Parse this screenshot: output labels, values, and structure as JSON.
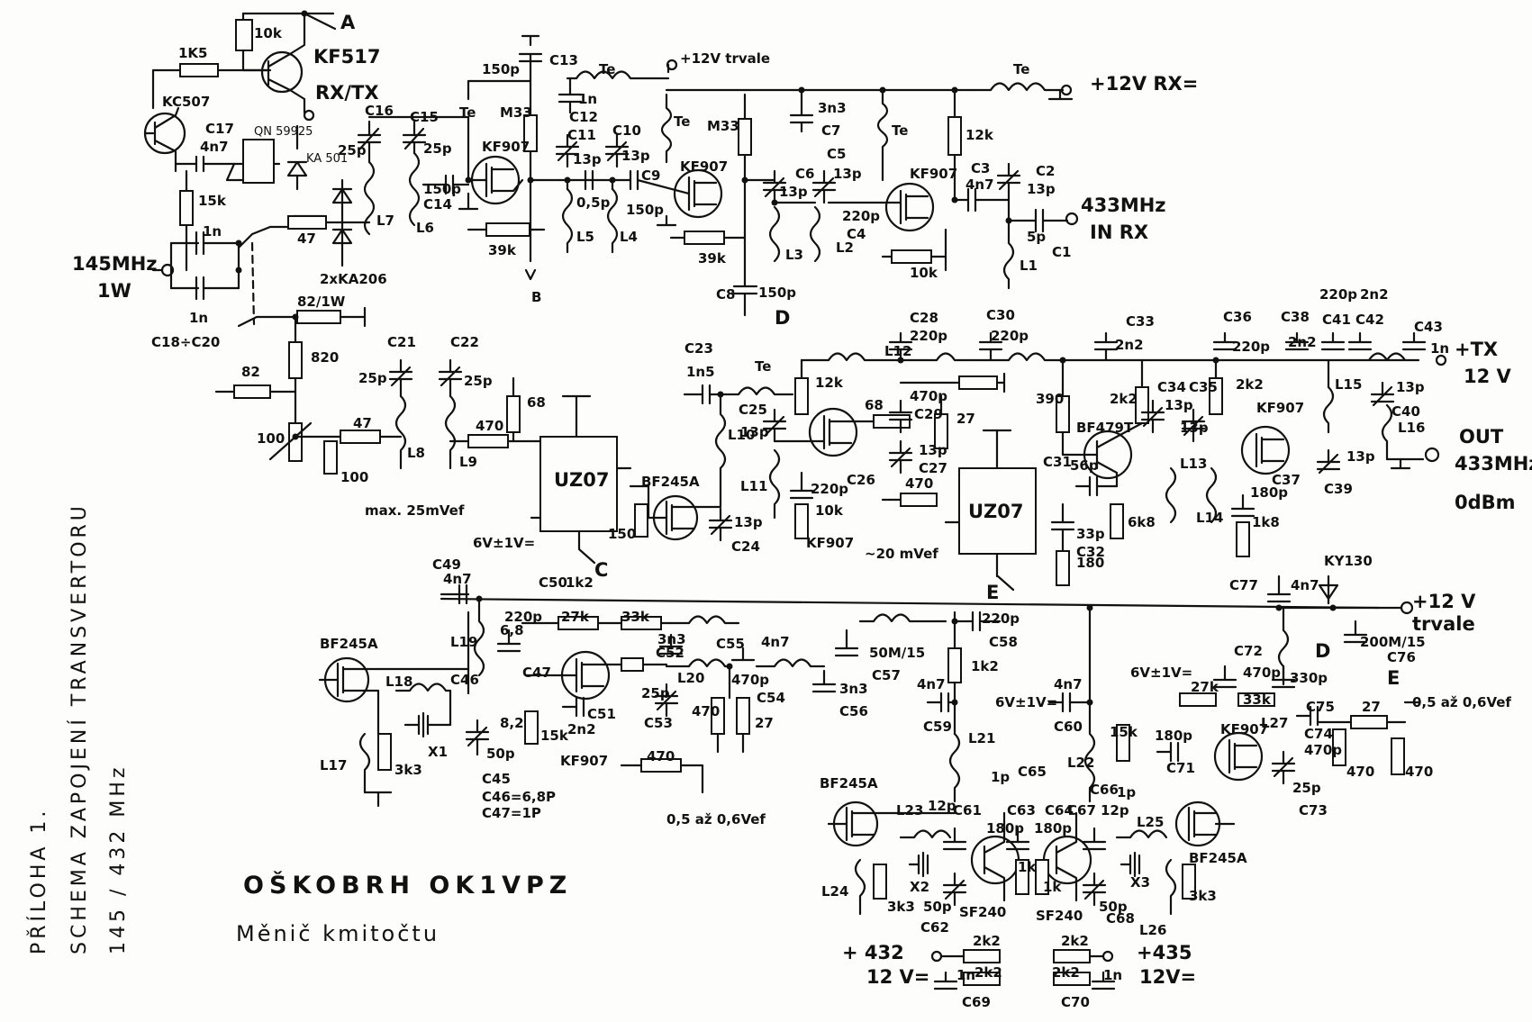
{
  "side_title": [
    "PŘÍLOHA 1.",
    "SCHEMA ZAPOJENÍ TRANSVERTORU",
    "145 / 432 MHz"
  ],
  "author": "OŠKOBRH OK1VPZ",
  "subtitle": "Měnič kmitočtu",
  "labels": [
    {
      "id": "A",
      "t": "A"
    },
    {
      "id": "10k-top",
      "t": "10k"
    },
    {
      "id": "kf517",
      "t": "KF517"
    },
    {
      "id": "1k5",
      "t": "1K5"
    },
    {
      "id": "kc507",
      "t": "KC507"
    },
    {
      "id": "rxtx",
      "t": "RX/TX"
    },
    {
      "id": "c17",
      "t": "C17"
    },
    {
      "id": "4n7-a",
      "t": "4n7"
    },
    {
      "id": "qn",
      "t": "QN 59925"
    },
    {
      "id": "ka501",
      "t": "KA 501"
    },
    {
      "id": "15k-a",
      "t": "15k"
    },
    {
      "id": "1n-a",
      "t": "1n"
    },
    {
      "id": "145mhz",
      "t": "145MHz"
    },
    {
      "id": "1w",
      "t": "1W"
    },
    {
      "id": "1n-b",
      "t": "1n"
    },
    {
      "id": "c18c20",
      "t": "C18÷C20"
    },
    {
      "id": "47-a",
      "t": "47"
    },
    {
      "id": "2xka206",
      "t": "2xKA206"
    },
    {
      "id": "c16",
      "t": "C16"
    },
    {
      "id": "c15",
      "t": "C15"
    },
    {
      "id": "25p-a",
      "t": "25p"
    },
    {
      "id": "25p-b",
      "t": "25p"
    },
    {
      "id": "l7",
      "t": "L7"
    },
    {
      "id": "l6",
      "t": "L6"
    },
    {
      "id": "150p-a",
      "t": "150p"
    },
    {
      "id": "c14",
      "t": "C14"
    },
    {
      "id": "te-1",
      "t": "Te"
    },
    {
      "id": "m33-a",
      "t": "M33"
    },
    {
      "id": "kf907-a",
      "t": "KF907"
    },
    {
      "id": "39k-a",
      "t": "39k"
    },
    {
      "id": "B",
      "t": "B"
    },
    {
      "id": "150p-b",
      "t": "150p"
    },
    {
      "id": "c13",
      "t": "C13"
    },
    {
      "id": "te-2",
      "t": "Te"
    },
    {
      "id": "12v-trvale",
      "t": "+12V trvale"
    },
    {
      "id": "1n-c",
      "t": "1n"
    },
    {
      "id": "c12",
      "t": "C12"
    },
    {
      "id": "c11",
      "t": "C11"
    },
    {
      "id": "13p-a",
      "t": "13p"
    },
    {
      "id": "c10",
      "t": "C10"
    },
    {
      "id": "13p-b",
      "t": "13p"
    },
    {
      "id": "05p",
      "t": "0,5p"
    },
    {
      "id": "l5",
      "t": "L5"
    },
    {
      "id": "l4",
      "t": "L4"
    },
    {
      "id": "c9",
      "t": "C9"
    },
    {
      "id": "150p-c",
      "t": "150p"
    },
    {
      "id": "te-3",
      "t": "Te"
    },
    {
      "id": "m33-b",
      "t": "M33"
    },
    {
      "id": "kf907-b",
      "t": "KF907"
    },
    {
      "id": "39k-b",
      "t": "39k"
    },
    {
      "id": "c8",
      "t": "C8"
    },
    {
      "id": "150p-d",
      "t": "150p"
    },
    {
      "id": "D",
      "t": "D"
    },
    {
      "id": "3n3-a",
      "t": "3n3"
    },
    {
      "id": "c7",
      "t": "C7"
    },
    {
      "id": "c6",
      "t": "C6"
    },
    {
      "id": "13p-c",
      "t": "13p"
    },
    {
      "id": "l3",
      "t": "L3"
    },
    {
      "id": "c5",
      "t": "C5"
    },
    {
      "id": "13p-d",
      "t": "13p"
    },
    {
      "id": "220p-a",
      "t": "220p"
    },
    {
      "id": "c4",
      "t": "C4"
    },
    {
      "id": "l2",
      "t": "L2"
    },
    {
      "id": "te-4",
      "t": "Te"
    },
    {
      "id": "kf907-c",
      "t": "KF907"
    },
    {
      "id": "10k-b",
      "t": "10k"
    },
    {
      "id": "12k-a",
      "t": "12k"
    },
    {
      "id": "c3",
      "t": "C3"
    },
    {
      "id": "4n7-b",
      "t": "4n7"
    },
    {
      "id": "c2",
      "t": "C2"
    },
    {
      "id": "13p-e",
      "t": "13p"
    },
    {
      "id": "5p",
      "t": "5p"
    },
    {
      "id": "c1",
      "t": "C1"
    },
    {
      "id": "l1",
      "t": "L1"
    },
    {
      "id": "te-5",
      "t": "Te"
    },
    {
      "id": "12vrx",
      "t": "+12V RX="
    },
    {
      "id": "433in",
      "t": "433MHz"
    },
    {
      "id": "inrx",
      "t": "IN RX"
    },
    {
      "id": "82-1w",
      "t": "82/1W"
    },
    {
      "id": "820",
      "t": "820"
    },
    {
      "id": "82",
      "t": "82"
    },
    {
      "id": "100-a",
      "t": "100"
    },
    {
      "id": "100-b",
      "t": "100"
    },
    {
      "id": "47-b",
      "t": "47"
    },
    {
      "id": "c21",
      "t": "C21"
    },
    {
      "id": "25p-c",
      "t": "25p"
    },
    {
      "id": "c22",
      "t": "C22"
    },
    {
      "id": "25p-d",
      "t": "25p"
    },
    {
      "id": "l8",
      "t": "L8"
    },
    {
      "id": "l9",
      "t": "L9"
    },
    {
      "id": "470-a",
      "t": "470"
    },
    {
      "id": "68-a",
      "t": "68"
    },
    {
      "id": "max25",
      "t": "max. 25mVef"
    },
    {
      "id": "uz07-a",
      "t": "UZ07"
    },
    {
      "id": "6v1v-a",
      "t": "6V±1V="
    },
    {
      "id": "C",
      "t": "C"
    },
    {
      "id": "bf245a-a",
      "t": "BF245A"
    },
    {
      "id": "150-a",
      "t": "150"
    },
    {
      "id": "c23",
      "t": "C23"
    },
    {
      "id": "1n5",
      "t": "1n5"
    },
    {
      "id": "te-6",
      "t": "Te"
    },
    {
      "id": "l10",
      "t": "L10"
    },
    {
      "id": "c25",
      "t": "C25"
    },
    {
      "id": "13p-f",
      "t": "13p"
    },
    {
      "id": "l11",
      "t": "L11"
    },
    {
      "id": "c24",
      "t": "C24"
    },
    {
      "id": "13p-g",
      "t": "13p"
    },
    {
      "id": "12k-b",
      "t": "12k"
    },
    {
      "id": "68-b",
      "t": "68"
    },
    {
      "id": "220p-b",
      "t": "220p"
    },
    {
      "id": "c26",
      "t": "C26"
    },
    {
      "id": "10k-c",
      "t": "10k"
    },
    {
      "id": "kf907-d",
      "t": "KF907"
    },
    {
      "id": "c28",
      "t": "C28"
    },
    {
      "id": "220p-c",
      "t": "220p"
    },
    {
      "id": "l12",
      "t": "L12"
    },
    {
      "id": "470p-a",
      "t": "470p"
    },
    {
      "id": "c29",
      "t": "C29"
    },
    {
      "id": "13p-h",
      "t": "13p"
    },
    {
      "id": "c27",
      "t": "C27"
    },
    {
      "id": "470-b",
      "t": "470"
    },
    {
      "id": "27-a",
      "t": "27"
    },
    {
      "id": "c30",
      "t": "C30"
    },
    {
      "id": "220p-d",
      "t": "220p"
    },
    {
      "id": "uz07-b",
      "t": "UZ07"
    },
    {
      "id": "20mv",
      "t": "~20 mVef"
    },
    {
      "id": "E",
      "t": "E"
    },
    {
      "id": "c33",
      "t": "C33"
    },
    {
      "id": "2n2-a",
      "t": "2n2"
    },
    {
      "id": "390",
      "t": "390"
    },
    {
      "id": "2k2-a",
      "t": "2k2"
    },
    {
      "id": "bf479t",
      "t": "BF479T"
    },
    {
      "id": "c31",
      "t": "C31"
    },
    {
      "id": "56p",
      "t": "56p"
    },
    {
      "id": "33p",
      "t": "33p"
    },
    {
      "id": "c32",
      "t": "C32"
    },
    {
      "id": "6k8",
      "t": "6k8"
    },
    {
      "id": "180-a",
      "t": "180"
    },
    {
      "id": "c34",
      "t": "C34"
    },
    {
      "id": "13p-i",
      "t": "13p"
    },
    {
      "id": "c35",
      "t": "C35"
    },
    {
      "id": "13p-j",
      "t": "13p"
    },
    {
      "id": "l13",
      "t": "L13"
    },
    {
      "id": "l14",
      "t": "L14"
    },
    {
      "id": "2k2-b",
      "t": "2k2"
    },
    {
      "id": "c36",
      "t": "C36"
    },
    {
      "id": "220p-e",
      "t": "220p"
    },
    {
      "id": "kf907-e",
      "t": "KF907"
    },
    {
      "id": "180p-a",
      "t": "180p"
    },
    {
      "id": "c37",
      "t": "C37"
    },
    {
      "id": "1k8",
      "t": "1k8"
    },
    {
      "id": "c38",
      "t": "C38"
    },
    {
      "id": "2n2-b",
      "t": "2n2"
    },
    {
      "id": "220p-f",
      "t": "220p"
    },
    {
      "id": "2n2-c",
      "t": "2n2"
    },
    {
      "id": "c41",
      "t": "C41"
    },
    {
      "id": "c42",
      "t": "C42"
    },
    {
      "id": "c43",
      "t": "C43"
    },
    {
      "id": "1n-d",
      "t": "1n"
    },
    {
      "id": "tx12",
      "t": "+TX"
    },
    {
      "id": "12v-a",
      "t": "12 V"
    },
    {
      "id": "l15",
      "t": "L15"
    },
    {
      "id": "l16",
      "t": "L16"
    },
    {
      "id": "c40",
      "t": "C40"
    },
    {
      "id": "13p-k",
      "t": "13p"
    },
    {
      "id": "c39",
      "t": "C39"
    },
    {
      "id": "13p-l",
      "t": "13p"
    },
    {
      "id": "out",
      "t": "OUT"
    },
    {
      "id": "433out",
      "t": "433MHz"
    },
    {
      "id": "0dbm",
      "t": "0dBm"
    },
    {
      "id": "c49",
      "t": "C49"
    },
    {
      "id": "4n7-c",
      "t": "4n7"
    },
    {
      "id": "c50",
      "t": "C50"
    },
    {
      "id": "1k2-a",
      "t": "1k2"
    },
    {
      "id": "bf245a-b",
      "t": "BF245A"
    },
    {
      "id": "l19",
      "t": "L19"
    },
    {
      "id": "220p-g",
      "t": "220p"
    },
    {
      "id": "27k",
      "t": "27k"
    },
    {
      "id": "33k-a",
      "t": "33k"
    },
    {
      "id": "3n3-b",
      "t": "3n3"
    },
    {
      "id": "c52",
      "t": "C52"
    },
    {
      "id": "c55",
      "t": "C55"
    },
    {
      "id": "4n7-d",
      "t": "4n7"
    },
    {
      "id": "50m15",
      "t": "50M/15"
    },
    {
      "id": "c57",
      "t": "C57"
    },
    {
      "id": "3n3-c",
      "t": "3n3"
    },
    {
      "id": "c56",
      "t": "C56"
    },
    {
      "id": "l18",
      "t": "L18"
    },
    {
      "id": "c46",
      "t": "C46"
    },
    {
      "id": "c47",
      "t": "C47"
    },
    {
      "id": "68p",
      "t": "6,8"
    },
    {
      "id": "82p",
      "t": "8,2"
    },
    {
      "id": "x1",
      "t": "X1"
    },
    {
      "id": "l17",
      "t": "L17"
    },
    {
      "id": "3k3-a",
      "t": "3k3"
    },
    {
      "id": "50p-a",
      "t": "50p"
    },
    {
      "id": "c45",
      "t": "C45"
    },
    {
      "id": "c46eq",
      "t": "C46=6,8P"
    },
    {
      "id": "c47eq",
      "t": "C47=1P"
    },
    {
      "id": "2n2-d",
      "t": "2n2"
    },
    {
      "id": "c51",
      "t": "C51"
    },
    {
      "id": "15k-b",
      "t": "15k"
    },
    {
      "id": "kf907-f",
      "t": "KF907"
    },
    {
      "id": "25p-e",
      "t": "25p"
    },
    {
      "id": "c53",
      "t": "C53"
    },
    {
      "id": "l20",
      "t": "L20"
    },
    {
      "id": "470p-b",
      "t": "470p"
    },
    {
      "id": "c54",
      "t": "C54"
    },
    {
      "id": "470-c",
      "t": "470"
    },
    {
      "id": "27-b",
      "t": "27"
    },
    {
      "id": "470-d",
      "t": "470"
    },
    {
      "id": "05v-a",
      "t": "0,5 až 0,6Vef"
    },
    {
      "id": "220p-h",
      "t": "220p"
    },
    {
      "id": "c58",
      "t": "C58"
    },
    {
      "id": "1k2-b",
      "t": "1k2"
    },
    {
      "id": "4n7-e",
      "t": "4n7"
    },
    {
      "id": "c59",
      "t": "C59"
    },
    {
      "id": "6v1v-b",
      "t": "6V±1V="
    },
    {
      "id": "4n7-f",
      "t": "4n7"
    },
    {
      "id": "c60",
      "t": "C60"
    },
    {
      "id": "6v1v-c",
      "t": "6V±1V="
    },
    {
      "id": "l21",
      "t": "L21"
    },
    {
      "id": "l22",
      "t": "L22"
    },
    {
      "id": "c77",
      "t": "C77"
    },
    {
      "id": "4n7-g",
      "t": "4n7"
    },
    {
      "id": "ky130",
      "t": "KY130"
    },
    {
      "id": "12v-trv2",
      "t": "+12 V"
    },
    {
      "id": "trvale",
      "t": "trvale"
    },
    {
      "id": "200m15",
      "t": "200M/15"
    },
    {
      "id": "c76",
      "t": "C76"
    },
    {
      "id": "c72",
      "t": "C72"
    },
    {
      "id": "470p-c",
      "t": "470p"
    },
    {
      "id": "330p",
      "t": "330p"
    },
    {
      "id": "27k-b",
      "t": "27k"
    },
    {
      "id": "33k-b",
      "t": "33k"
    },
    {
      "id": "c75",
      "t": "C75"
    },
    {
      "id": "l27",
      "t": "L27"
    },
    {
      "id": "15k-c",
      "t": "15k"
    },
    {
      "id": "180p-b",
      "t": "180p"
    },
    {
      "id": "kf907-g",
      "t": "KF907"
    },
    {
      "id": "c71",
      "t": "C71"
    },
    {
      "id": "c74",
      "t": "C74"
    },
    {
      "id": "470p-d",
      "t": "470p"
    },
    {
      "id": "25p-f",
      "t": "25p"
    },
    {
      "id": "c73",
      "t": "C73"
    },
    {
      "id": "470-e",
      "t": "470"
    },
    {
      "id": "27-c",
      "t": "27"
    },
    {
      "id": "05v-b",
      "t": "0,5 až 0,6Vef"
    },
    {
      "id": "470-f",
      "t": "470"
    },
    {
      "id": "E2",
      "t": "E"
    },
    {
      "id": "D2",
      "t": "D"
    },
    {
      "id": "bf245a-c",
      "t": "BF245A"
    },
    {
      "id": "l23",
      "t": "L23"
    },
    {
      "id": "12p-a",
      "t": "12p"
    },
    {
      "id": "c61",
      "t": "C61"
    },
    {
      "id": "1p-a",
      "t": "1p"
    },
    {
      "id": "c65",
      "t": "C65"
    },
    {
      "id": "c63",
      "t": "C63"
    },
    {
      "id": "180p-c",
      "t": "180p"
    },
    {
      "id": "1k-a",
      "t": "1k"
    },
    {
      "id": "x2",
      "t": "X2"
    },
    {
      "id": "l24",
      "t": "L24"
    },
    {
      "id": "3k3-b",
      "t": "3k3"
    },
    {
      "id": "50p-b",
      "t": "50p"
    },
    {
      "id": "c62",
      "t": "C62"
    },
    {
      "id": "sf240-a",
      "t": "SF240"
    },
    {
      "id": "c64",
      "t": "C64"
    },
    {
      "id": "180p-d",
      "t": "180p"
    },
    {
      "id": "c67",
      "t": "C67"
    },
    {
      "id": "12p-b",
      "t": "12p"
    },
    {
      "id": "c66",
      "t": "C66"
    },
    {
      "id": "1p-b",
      "t": "1p"
    },
    {
      "id": "1k-b",
      "t": "1k"
    },
    {
      "id": "sf240-b",
      "t": "SF240"
    },
    {
      "id": "x3",
      "t": "X3"
    },
    {
      "id": "50p-c",
      "t": "50p"
    },
    {
      "id": "c68",
      "t": "C68"
    },
    {
      "id": "l25",
      "t": "L25"
    },
    {
      "id": "bf245a-d",
      "t": "BF245A"
    },
    {
      "id": "l26",
      "t": "L26"
    },
    {
      "id": "3k3-c",
      "t": "3k3"
    },
    {
      "id": "432",
      "t": "+ 432"
    },
    {
      "id": "12v-b",
      "t": "12 V="
    },
    {
      "id": "2k2-c",
      "t": "2k2"
    },
    {
      "id": "2k2-d",
      "t": "2k2"
    },
    {
      "id": "1n-e",
      "t": "1n"
    },
    {
      "id": "c69",
      "t": "C69"
    },
    {
      "id": "2k2-e",
      "t": "2k2"
    },
    {
      "id": "2k2-f",
      "t": "2k2"
    },
    {
      "id": "1n-f",
      "t": "1n"
    },
    {
      "id": "c70",
      "t": "C70"
    },
    {
      "id": "435",
      "t": "+435"
    },
    {
      "id": "12v-c",
      "t": "12V="
    }
  ]
}
